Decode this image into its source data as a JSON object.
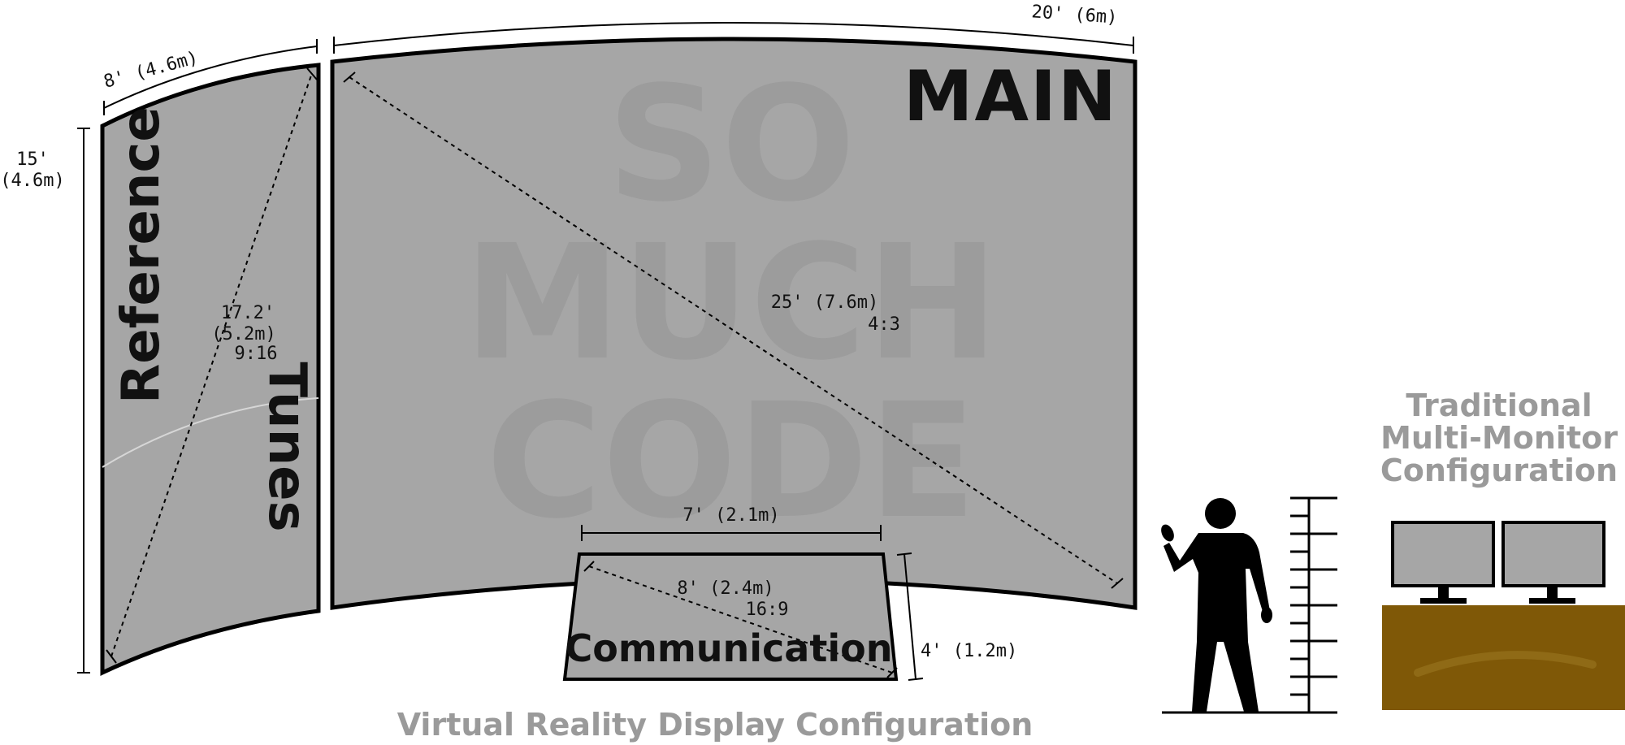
{
  "colors": {
    "screen_fill": "#a6a6a6",
    "outline": "#000000",
    "caption_gray": "#9a9a9a",
    "watermark_gray": "#9c9c9c",
    "desk_brown": "#7f5807",
    "monitor_fill": "#a6a6a6"
  },
  "reference_screen": {
    "label": "Reference",
    "width_dim": "8' (4.6m)",
    "height_dim": [
      "15'",
      "(4.6m)"
    ],
    "diagonal": [
      "17.2'",
      "(5.2m)",
      "9:16"
    ]
  },
  "tunes_screen": {
    "label": "Tunes"
  },
  "main_screen": {
    "label": "MAIN",
    "width_dim": "20' (6m)",
    "diagonal": [
      "25' (7.6m)",
      "4:3"
    ],
    "watermark": [
      "SO",
      "MUCH",
      "CODE"
    ]
  },
  "communication_screen": {
    "label": "Communication",
    "width_dim": "7' (2.1m)",
    "height_dim": "4' (1.2m)",
    "diagonal": [
      "8' (2.4m)",
      "16:9"
    ]
  },
  "captions": {
    "vr": "Virtual Reality Display Configuration",
    "traditional": [
      "Traditional",
      "Multi-Monitor",
      "Configuration"
    ]
  },
  "icons": [
    "person-icon",
    "height-ruler-icon",
    "monitor-icon",
    "desk-icon"
  ]
}
